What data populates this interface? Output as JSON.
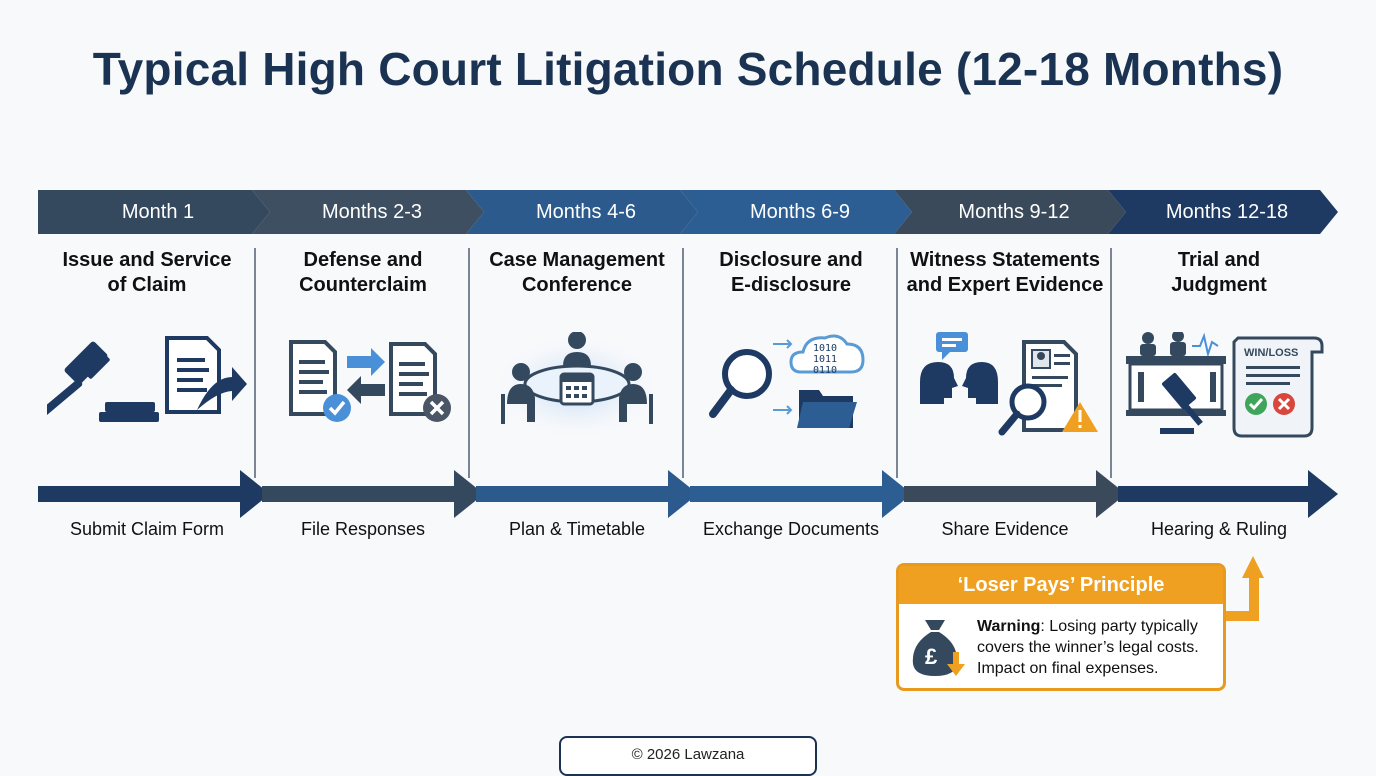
{
  "title": "Typical High Court Litigation Schedule (12-18 Months)",
  "stages": [
    {
      "period": "Month 1",
      "title_line1": "Issue and Service",
      "title_line2": "of Claim",
      "action": "Submit Claim Form",
      "color": "#34495e",
      "icon": "gavel-document-icon"
    },
    {
      "period": "Months 2-3",
      "title_line1": "Defense and",
      "title_line2": "Counterclaim",
      "action": "File Responses",
      "color": "#3d4f61",
      "icon": "document-exchange-icon"
    },
    {
      "period": "Months 4-6",
      "title_line1": "Case Management",
      "title_line2": "Conference",
      "action": "Plan & Timetable",
      "color": "#2c5a8c",
      "icon": "meeting-calendar-icon"
    },
    {
      "period": "Months 6-9",
      "title_line1": "Disclosure and",
      "title_line2": "E-disclosure",
      "action": "Exchange Documents",
      "color": "#2d5e93",
      "icon": "magnifier-cloud-folder-icon"
    },
    {
      "period": "Months 9-12",
      "title_line1": "Witness Statements",
      "title_line2": "and Expert Evidence",
      "action": "Share Evidence",
      "color": "#3b4a5b",
      "icon": "witness-evidence-icon"
    },
    {
      "period": "Months 12-18",
      "title_line1": "Trial and",
      "title_line2": "Judgment",
      "action": "Hearing & Ruling",
      "color": "#1e3a63",
      "icon": "courtroom-verdict-icon"
    }
  ],
  "icon_text": {
    "binary_1": "1010",
    "binary_2": "1011",
    "binary_3": "0110",
    "verdict": "WIN/LOSS"
  },
  "warning": {
    "heading": "‘Loser Pays’ Principle",
    "label": "Warning",
    "text_line1": ": Losing party typically",
    "text_line2": "covers the winner’s legal costs.",
    "text_line3": "Impact on final expenses.",
    "icon": "money-bag-pound-icon",
    "accent": "#f0a020"
  },
  "footer": "© 2026 Lawzana",
  "colors": {
    "title": "#1b3352",
    "accent": "#f0a020"
  }
}
